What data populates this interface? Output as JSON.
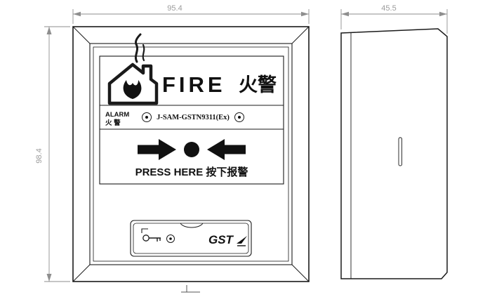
{
  "drawing": {
    "dimensions": {
      "front_width": "95.4",
      "side_depth": "45.5",
      "front_height": "98.4"
    },
    "front_view": {
      "header_en": "FIRE",
      "header_cn": "火警",
      "alarm_en": "ALARM",
      "alarm_cn": "火  警",
      "model": "J-SAM-GSTN9311(Ex)",
      "press": "PRESS HERE  按下报警",
      "brand": "GST"
    }
  }
}
